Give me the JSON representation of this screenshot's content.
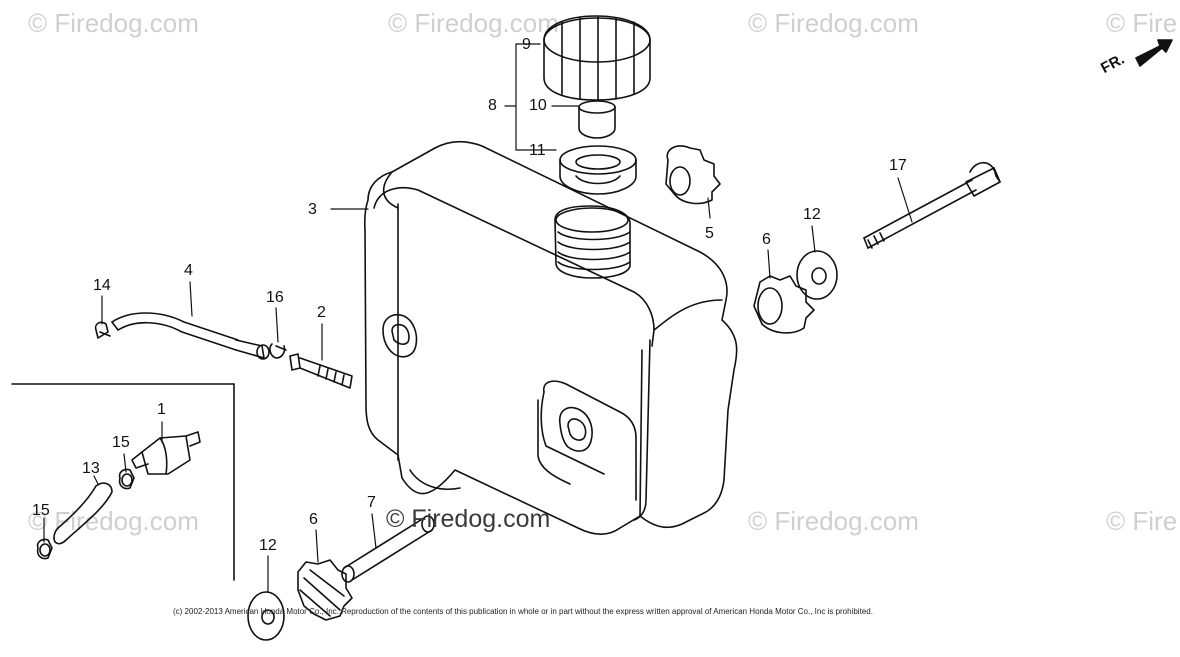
{
  "watermarks": {
    "text": "© Firedog.com",
    "cut_text": "© Fire",
    "center_text": "© Firedog.com"
  },
  "callouts": {
    "c1": "1",
    "c2": "2",
    "c3": "3",
    "c4": "4",
    "c5": "5",
    "c6a": "6",
    "c6b": "6",
    "c7": "7",
    "c8": "8",
    "c9": "9",
    "c10": "10",
    "c11": "11",
    "c12a": "12",
    "c12b": "12",
    "c13": "13",
    "c14": "14",
    "c15a": "15",
    "c15b": "15",
    "c16": "16",
    "c17": "17"
  },
  "direction_label": "FR.",
  "copyright": "(c) 2002-2013 American Honda Motor Co., Inc. Reproduction of the contents of this publication in whole or in part without the express written approval of American Honda Motor Co., Inc is prohibited."
}
